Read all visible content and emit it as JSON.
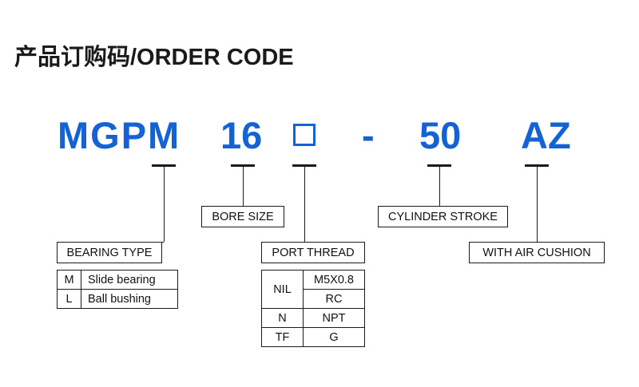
{
  "page": {
    "title": "产品订购码/ORDER CODE"
  },
  "order_code": {
    "model": "MGPM",
    "bore_size": "16",
    "port_thread_placeholder": "",
    "separator": "-",
    "stroke": "50",
    "cushion": "AZ"
  },
  "labels": {
    "bearing_type": "BEARING TYPE",
    "bore_size": "BORE SIZE",
    "port_thread": "PORT THREAD",
    "cylinder_stroke": "CYLINDER STROKE",
    "air_cushion": "WITH AIR CUSHION"
  },
  "bearing_table": {
    "rows": [
      {
        "code": "M",
        "desc": "Slide bearing"
      },
      {
        "code": "L",
        "desc": "Ball bushing"
      }
    ]
  },
  "port_table": {
    "rows": [
      {
        "code": "NIL",
        "thread": "M5X0.8"
      },
      {
        "code": "",
        "thread": "RC"
      },
      {
        "code": "N",
        "thread": "NPT"
      },
      {
        "code": "TF",
        "thread": "G"
      }
    ]
  },
  "colors": {
    "code_blue": "#1463d6",
    "line": "#1a1a1a",
    "background": "#ffffff"
  }
}
